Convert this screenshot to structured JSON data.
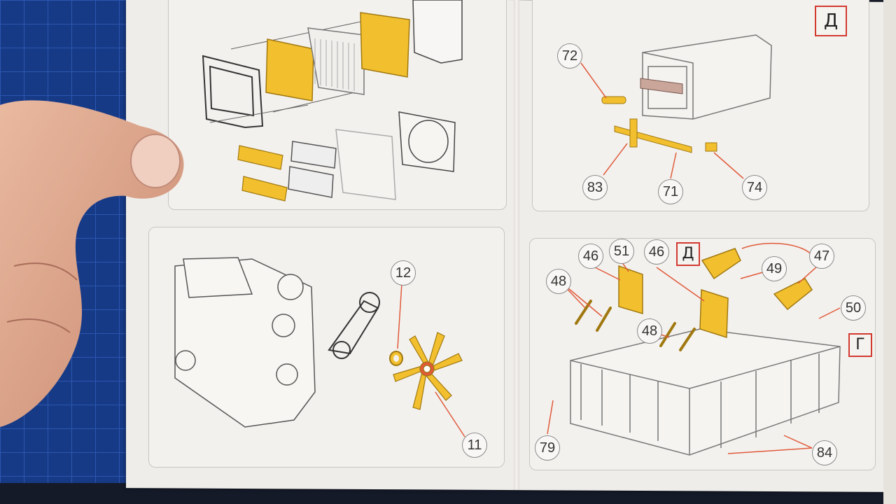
{
  "callouts": {
    "c72": "72",
    "c83": "83",
    "c71": "71",
    "c74": "74",
    "c12": "12",
    "c11": "11",
    "c46a": "46",
    "c51": "51",
    "c46b": "46",
    "c47": "47",
    "c48a": "48",
    "c49": "49",
    "c50": "50",
    "c48b": "48",
    "c79": "79",
    "c84": "84"
  },
  "markers": {
    "top_right": "Д",
    "mid": "Д",
    "right": "Г"
  },
  "colors": {
    "part_fill": "#f2c02e",
    "part_outline": "#a07810",
    "leader": "#e05a3a",
    "marker_border": "#d23a30"
  }
}
